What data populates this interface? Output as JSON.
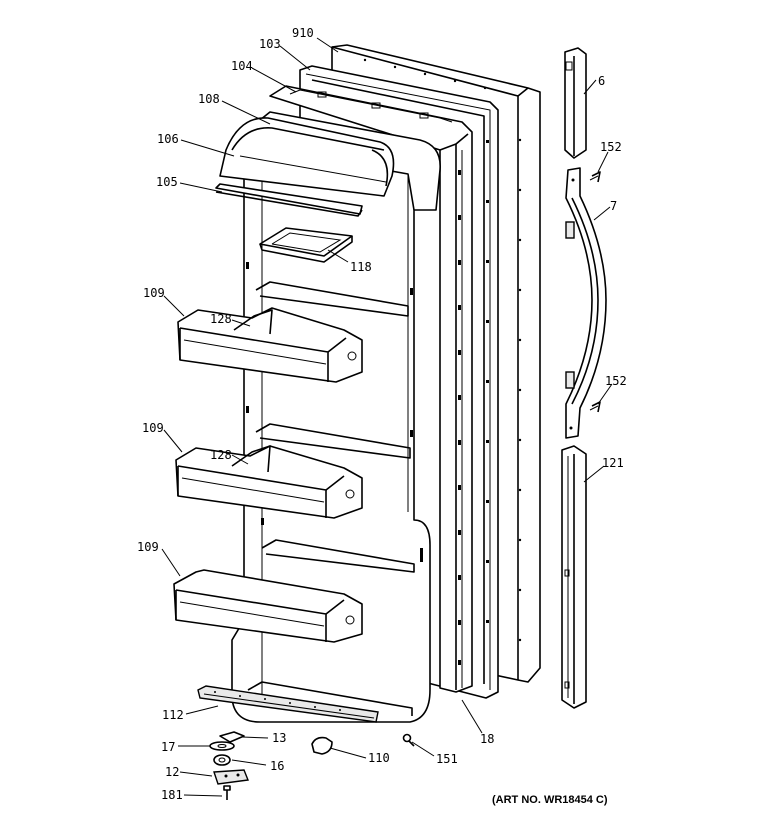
{
  "diagram": {
    "callouts": {
      "c910": "910",
      "c103": "103",
      "c104": "104",
      "c108": "108",
      "c106": "106",
      "c105": "105",
      "c118": "118",
      "c109a": "109",
      "c128a": "128",
      "c109b": "109",
      "c128b": "128",
      "c109c": "109",
      "c112": "112",
      "c17": "17",
      "c13": "13",
      "c16": "16",
      "c12": "12",
      "c181": "181",
      "c110": "110",
      "c151": "151",
      "c18": "18",
      "c6": "6",
      "c152a": "152",
      "c7": "7",
      "c152b": "152",
      "c121": "121"
    },
    "art_number": "(ART NO. WR18454 C)"
  }
}
